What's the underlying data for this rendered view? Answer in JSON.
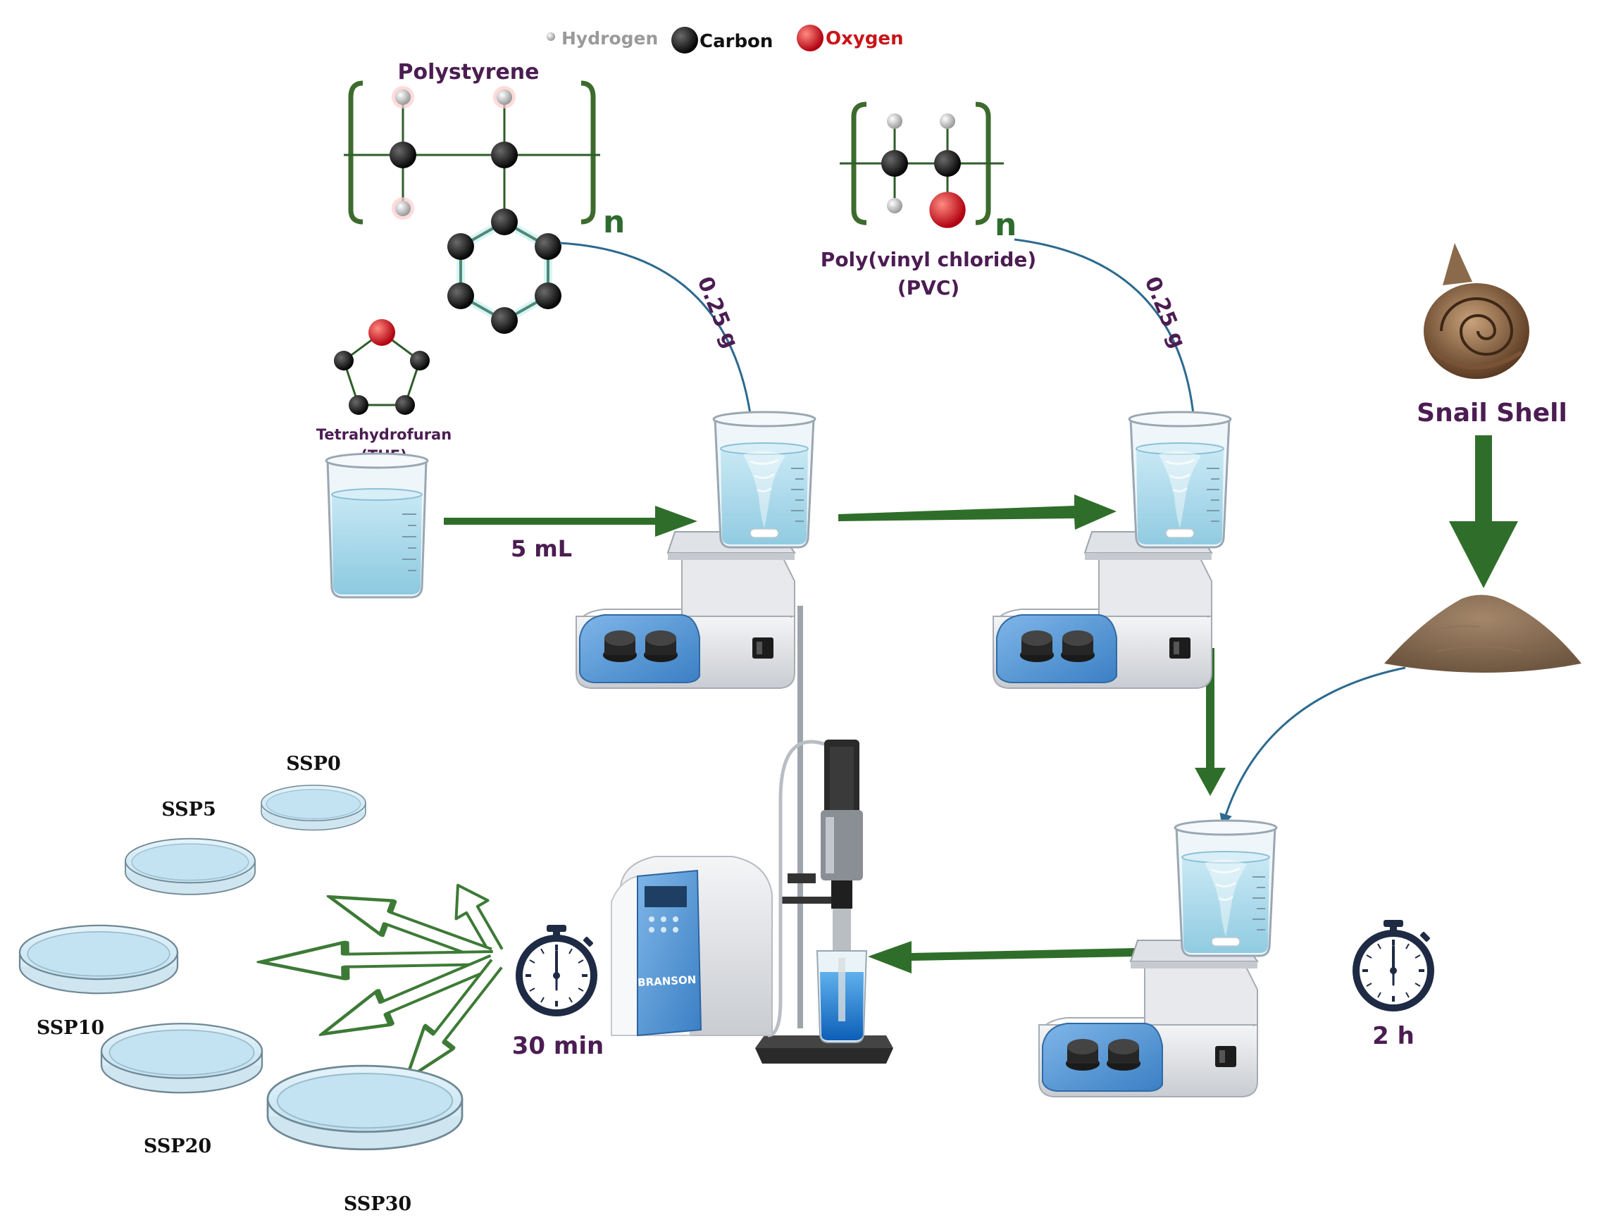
{
  "legend": {
    "hydrogen": "Hydrogen",
    "carbon": "Carbon",
    "oxygen": "Oxygen"
  },
  "molecules": {
    "polystyrene": "Polystyrene",
    "polystyrene_subscript": "n",
    "pvc_line1": "Poly(vinyl chloride)",
    "pvc_line2": "(PVC)",
    "pvc_subscript": "n",
    "thf_line1": "Tetrahydrofuran",
    "thf_line2": "(THF)"
  },
  "quantities": {
    "thf_volume": "5 mL",
    "ps_mass": "0.25 g",
    "pvc_mass": "0.25 g",
    "stir_time": "2 h",
    "sonication_time": "30 min"
  },
  "snail": {
    "label": "Snail Shell"
  },
  "device": {
    "brand": "BRANSON"
  },
  "samples": [
    "SSP0",
    "SSP5",
    "SSP10",
    "SSP20",
    "SSP30"
  ],
  "colors": {
    "label_purple": "#4b1d52",
    "arrow_green": "#2e6b2e",
    "curve_blue": "#2d6a8f",
    "liquid_blue": "#a9d8ea",
    "carbon": "#1a1a1a",
    "oxygen": "#d0161a",
    "hydrogen": "#bdbdbd"
  }
}
